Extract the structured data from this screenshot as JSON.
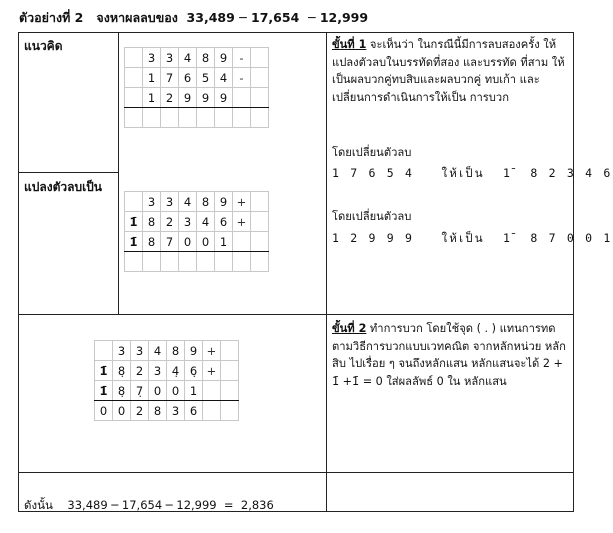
{
  "title": "ตัวอย่างที่ 2   จงหาผลลบของ  33,489 ─ 17,654  ─ 12,999",
  "labels": {
    "concept": "แนวคิด",
    "convert": "แปลงตัวลบเป็น"
  },
  "step1": {
    "heading": "ขั้นที่ 1",
    "text": " จะเห็นว่า ในกรณีนี้มีการลบสองครั้ง ให้แปลงตัวลบในบรรทัดที่สอง และบรรทัด  ที่สาม ให้เป็นผลบวกคู่ทบสิบและผลบวกคู่ ทบเก้า และเปลี่ยนการดำเนินการให้เป็น  การบวก",
    "sub1_label": "โดยเปลี่ยนตัวลบ",
    "sub1_line": "1 7 6 5 4   ให้เป็น  1̄  8 2 3 4 6",
    "sub2_label": "โดยเปลี่ยนตัวลบ",
    "sub2_line": "1 2 9 9 9   ให้เป็น  1̄  8 7 0 0 1"
  },
  "step2": {
    "heading": "ขั้นที่ 2",
    "text": " ทำการบวก โดยใช้จุด ( . ) แทนการทดตามวิธีการบวกแบบเวทคณิต จากหลักหน่วย หลักสิบ ไปเรื่อย ๆ จนถึงหลักแสน  หลักแสนจะได้ 2 + 1̄ +1̄   = 0 ใส่ผลลัพธ์ 0 ใน  หลักแสน"
  },
  "grid1": [
    [
      "",
      "3",
      "3",
      "4",
      "8",
      "9",
      "-",
      ""
    ],
    [
      "",
      "1",
      "7",
      "6",
      "5",
      "4",
      "-",
      ""
    ],
    [
      "",
      "1",
      "2",
      "9",
      "9",
      "9",
      "",
      ""
    ],
    [
      "",
      "",
      "",
      "",
      "",
      "",
      "",
      ""
    ]
  ],
  "grid2": [
    [
      "",
      "3",
      "3",
      "4",
      "8",
      "9",
      "+",
      ""
    ],
    [
      "1̄",
      "8",
      "2",
      "3",
      "4",
      "6",
      "+",
      ""
    ],
    [
      "1̄",
      "8",
      "7",
      "0",
      "0",
      "1",
      "",
      ""
    ],
    [
      "",
      "",
      "",
      "",
      "",
      "",
      "",
      ""
    ]
  ],
  "grid3": [
    [
      "",
      "3",
      "3",
      "4",
      "8",
      "9",
      "+",
      ""
    ],
    [
      "1̄",
      "8̣",
      "2",
      "3",
      "4̣",
      "6̣",
      "+",
      ""
    ],
    [
      "1̄",
      "8̣",
      "7̣",
      "0",
      "0",
      "1",
      "",
      ""
    ],
    [
      "0",
      "0",
      "2",
      "8",
      "3",
      "6",
      "",
      ""
    ]
  ],
  "conclusion": "ดังนั้น    33,489 ─ 17,654 ─ 12,999  =  2,836"
}
